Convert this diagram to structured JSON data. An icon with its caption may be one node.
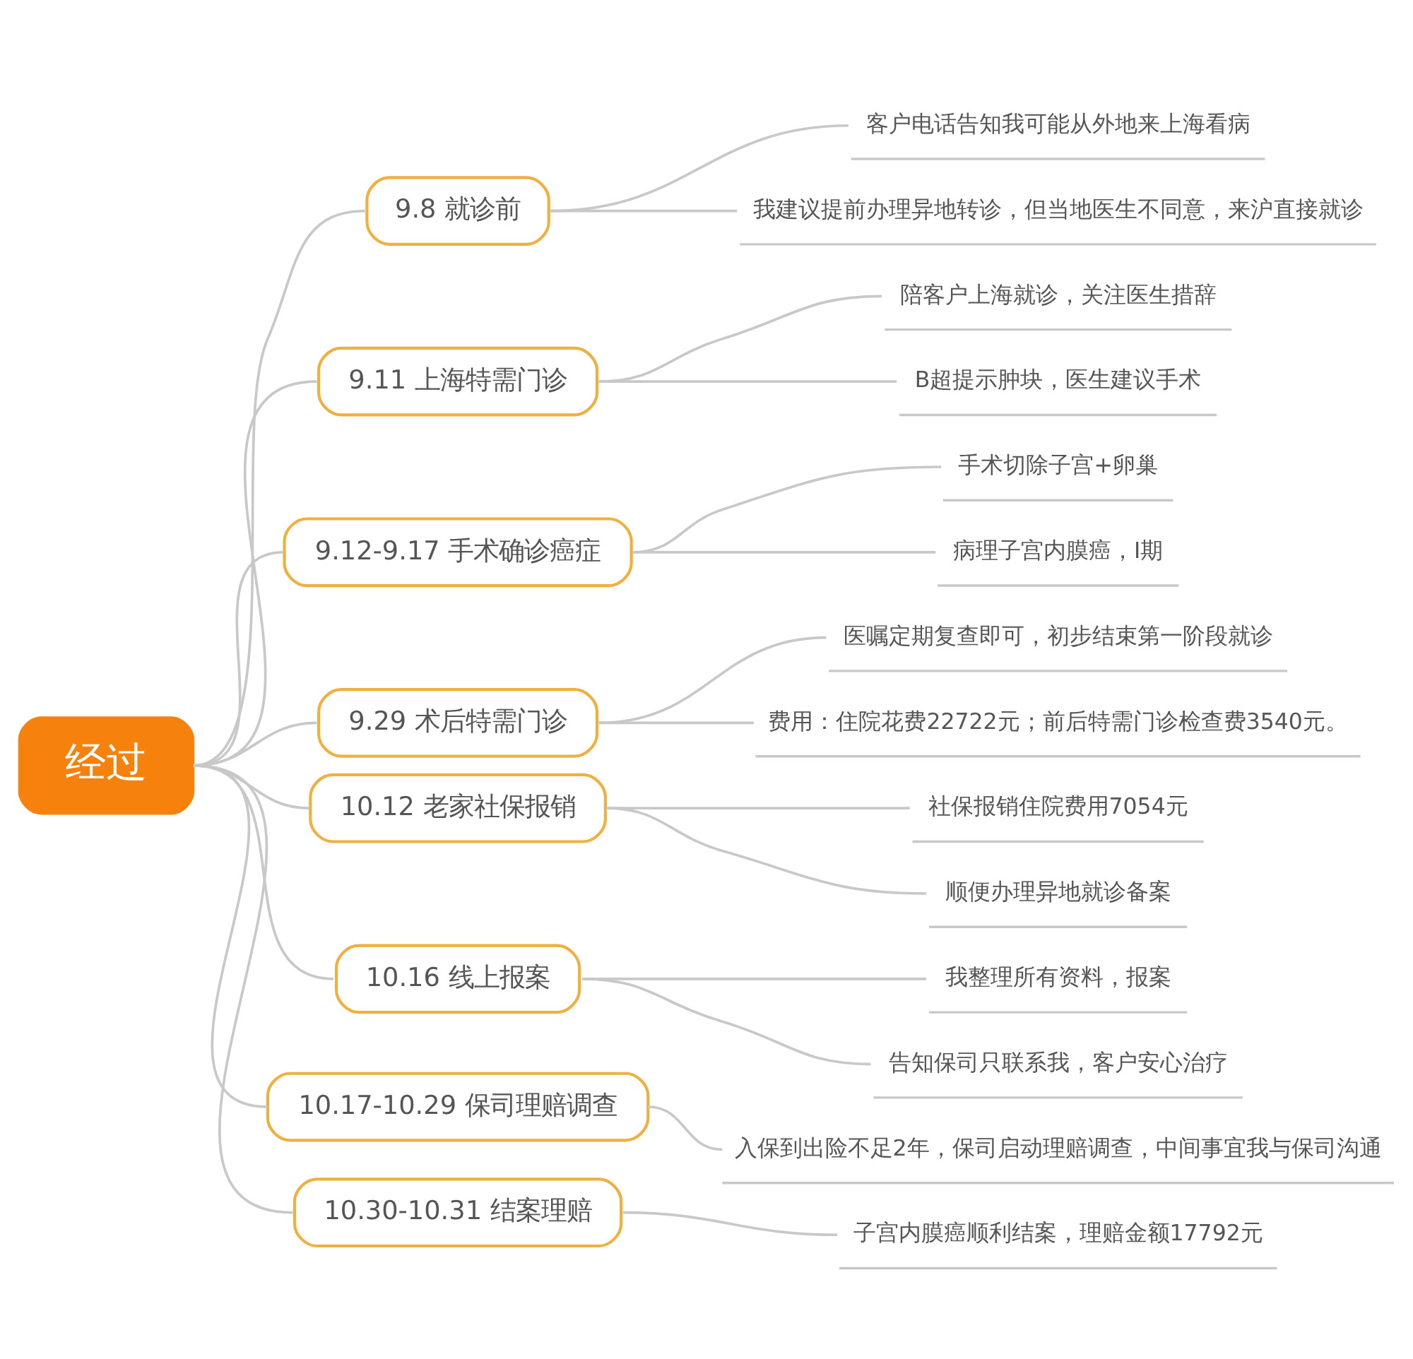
{
  "diagram": {
    "nodes": [
      {
        "text": [
          "经过"
        ]
      },
      {
        "text": [
          "9.8 就诊前"
        ]
      },
      {
        "text": [
          "客户电话告知我可能从外地来上海看病"
        ]
      },
      {
        "text": [
          "我建议提前办理异地转诊，但当地医生不同意，来沪直接就诊"
        ]
      },
      {
        "text": [
          "9.11 上海特需门诊"
        ]
      },
      {
        "text": [
          "陪客户上海就诊，关注医生措辞"
        ]
      },
      {
        "text": [
          "B超提示肿块，医生建议手术"
        ]
      },
      {
        "text": [
          "9.12-9.17 手术确诊癌症"
        ]
      },
      {
        "text": [
          "手术切除子宫+卵巢"
        ]
      },
      {
        "text": [
          "病理子宫内膜癌，I期"
        ]
      },
      {
        "text": [
          "9.29 术后特需门诊"
        ]
      },
      {
        "text": [
          "医嘱定期复查即可，初步结束第一阶段就诊"
        ]
      },
      {
        "text": [
          "费用：住院花费22722元；前后特需门诊检查费3540元。"
        ]
      },
      {
        "text": [
          "10.12 老家社保报销"
        ]
      },
      {
        "text": [
          "社保报销住院费用7054元"
        ]
      },
      {
        "text": [
          "顺便办理异地就诊备案"
        ]
      },
      {
        "text": [
          "10.16 线上报案"
        ]
      },
      {
        "text": [
          "我整理所有资料，报案"
        ]
      },
      {
        "text": [
          "告知保司只联系我，客户安心治疗"
        ]
      },
      {
        "text": [
          "10.17-10.29 保司理赔调查"
        ]
      },
      {
        "text": [
          "入保到出险不足2年，保司启动理赔调查，中间事宜我与保司沟通"
        ]
      },
      {
        "text": [
          "10.30-10.31 结案理赔"
        ]
      },
      {
        "text": [
          "子宫内膜癌顺利结案，理赔金额17792元"
        ]
      }
    ],
    "edges": [
      {
        "from": 0,
        "to": 1,
        "arrow": "none"
      },
      {
        "from": 1,
        "to": 2,
        "arrow": "none"
      },
      {
        "from": 1,
        "to": 3,
        "arrow": "none"
      },
      {
        "from": 0,
        "to": 4,
        "arrow": "none"
      },
      {
        "from": 4,
        "to": 5,
        "arrow": "none"
      },
      {
        "from": 4,
        "to": 6,
        "arrow": "none"
      },
      {
        "from": 0,
        "to": 7,
        "arrow": "none"
      },
      {
        "from": 7,
        "to": 8,
        "arrow": "none"
      },
      {
        "from": 7,
        "to": 9,
        "arrow": "none"
      },
      {
        "from": 0,
        "to": 10,
        "arrow": "none"
      },
      {
        "from": 10,
        "to": 11,
        "arrow": "none"
      },
      {
        "from": 10,
        "to": 12,
        "arrow": "none"
      },
      {
        "from": 0,
        "to": 13,
        "arrow": "none"
      },
      {
        "from": 13,
        "to": 14,
        "arrow": "none"
      },
      {
        "from": 13,
        "to": 15,
        "arrow": "none"
      },
      {
        "from": 0,
        "to": 16,
        "arrow": "none"
      },
      {
        "from": 16,
        "to": 17,
        "arrow": "none"
      },
      {
        "from": 16,
        "to": 18,
        "arrow": "none"
      },
      {
        "from": 0,
        "to": 19,
        "arrow": "none"
      },
      {
        "from": 19,
        "to": 20,
        "arrow": "none"
      },
      {
        "from": 0,
        "to": 21,
        "arrow": "none"
      },
      {
        "from": 21,
        "to": 22,
        "arrow": "none"
      }
    ]
  }
}
